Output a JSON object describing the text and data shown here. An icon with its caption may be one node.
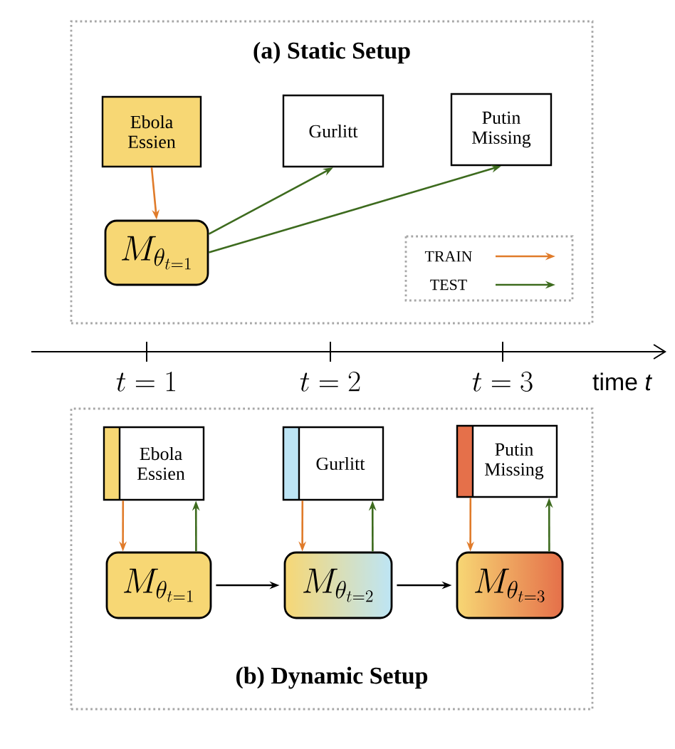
{
  "diagram": {
    "nodes": [
      {
        "text": [
          "(a) Static Setup"
        ]
      },
      {
        "text": [
          "Ebola Essien"
        ],
        "in": 0
      },
      {
        "text": [
          "Gurlitt"
        ],
        "in": 0
      },
      {
        "text": [
          "Putin Missing"
        ],
        "in": 0
      },
      {
        "text": [
          "M_{\\theta_{t=1}}"
        ],
        "in": 0
      },
      {
        "text": [
          "(b) Dynamic Setup"
        ]
      },
      {
        "text": [
          "Ebola Essien"
        ],
        "in": 5
      },
      {
        "text": [
          "Gurlitt"
        ],
        "in": 5
      },
      {
        "text": [
          "Putin Missing"
        ],
        "in": 5
      },
      {
        "text": [
          "M_{\\theta_{t=1}}"
        ],
        "in": 5
      },
      {
        "text": [
          "M_{\\theta_{t=2}}"
        ],
        "in": 5
      },
      {
        "text": [
          "M_{\\theta_{t=3}}"
        ],
        "in": 5
      }
    ],
    "edges": [
      {
        "from": 1,
        "to": 4,
        "arrow": "to",
        "color": "#e07b2a"
      },
      {
        "from": 4,
        "to": 2,
        "arrow": "to",
        "color": "#3d6b1e"
      },
      {
        "from": 4,
        "to": 3,
        "arrow": "to",
        "color": "#3d6b1e"
      },
      {
        "from": 6,
        "to": 9,
        "arrow": "to",
        "color": "#e07b2a"
      },
      {
        "from": 9,
        "to": 6,
        "arrow": "to",
        "color": "#3d6b1e"
      },
      {
        "from": 7,
        "to": 10,
        "arrow": "to",
        "color": "#e07b2a"
      },
      {
        "from": 10,
        "to": 7,
        "arrow": "to",
        "color": "#3d6b1e"
      },
      {
        "from": 8,
        "to": 11,
        "arrow": "to",
        "color": "#e07b2a"
      },
      {
        "from": 11,
        "to": 8,
        "arrow": "to",
        "color": "#3d6b1e"
      },
      {
        "from": 9,
        "to": 10,
        "arrow": "to",
        "color": "#000000"
      },
      {
        "from": 10,
        "to": 11,
        "arrow": "to",
        "color": "#000000"
      }
    ],
    "labels": [
      "t = 1",
      "t = 2",
      "t = 3",
      "time *t*"
    ],
    "legend": [
      {
        "text": "TRAIN"
      },
      {
        "text": "TEST"
      }
    ]
  }
}
